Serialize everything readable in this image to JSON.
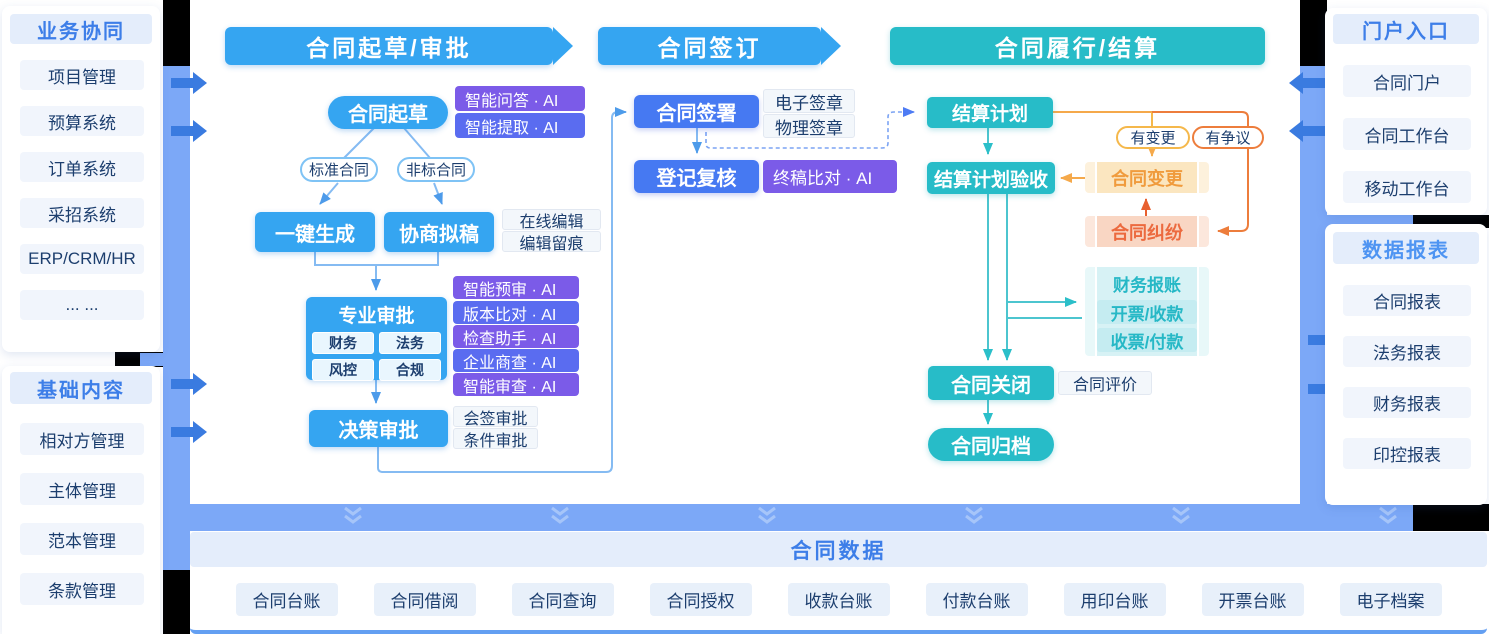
{
  "left_panels": {
    "business": {
      "title": "业务协同",
      "items": [
        "项目管理",
        "预算系统",
        "订单系统",
        "采招系统",
        "ERP/CRM/HR",
        "... ..."
      ]
    },
    "base": {
      "title": "基础内容",
      "items": [
        "相对方管理",
        "主体管理",
        "范本管理",
        "条款管理"
      ]
    }
  },
  "right_panels": {
    "portal": {
      "title": "门户入口",
      "items": [
        "合同门户",
        "合同工作台",
        "移动工作台"
      ]
    },
    "reports": {
      "title": "数据报表",
      "items": [
        "合同报表",
        "法务报表",
        "财务报表",
        "印控报表"
      ]
    }
  },
  "phases": {
    "draft": "合同起草/审批",
    "sign": "合同签订",
    "perform": "合同履行/结算"
  },
  "flow": {
    "draft": {
      "start": "合同起草",
      "ai_tags": [
        "智能问答 · AI",
        "智能提取 · AI"
      ],
      "branch_left": "标准合同",
      "branch_right": "非标合同",
      "generate": "一键生成",
      "negotiate": "协商拟稿",
      "edit_tags": [
        "在线编辑",
        "编辑留痕"
      ],
      "professional": "专业审批",
      "professional_subs": [
        "财务",
        "法务",
        "风控",
        "合规"
      ],
      "review_ai": [
        "智能预审 · AI",
        "版本比对 · AI",
        "检查助手 · AI",
        "企业商查 · AI",
        "智能审查 · AI"
      ],
      "decision": "决策审批",
      "decision_tags": [
        "会签审批",
        "条件审批"
      ]
    },
    "sign": {
      "sign": "合同签署",
      "sign_tags": [
        "电子签章",
        "物理签章"
      ],
      "register": "登记复核",
      "register_ai": "终稿比对 · AI"
    },
    "perform": {
      "plan": "结算计划",
      "accept": "结算计划验收",
      "change_label": "有变更",
      "dispute_label": "有争议",
      "change": "合同变更",
      "dispute": "合同纠纷",
      "finance": "财务报账",
      "finance_items": [
        "开票/收款",
        "收票/付款"
      ],
      "close": "合同关闭",
      "evaluate": "合同评价",
      "archive": "合同归档"
    }
  },
  "bottom": {
    "title": "合同数据",
    "items": [
      "合同台账",
      "合同借阅",
      "合同查询",
      "合同授权",
      "收款台账",
      "付款台账",
      "用印台账",
      "开票台账",
      "电子档案"
    ]
  },
  "colors": {
    "blue": "#35A5F1",
    "indigo": "#4679F2",
    "teal": "#27BCC8",
    "purple": "#7B5BE8",
    "purple_blue": "#5A6CF0",
    "band": "#7CA8F7",
    "band_arrow": "#3A7BE0",
    "orange": "#F5A94B",
    "deep_orange": "#ED7D3C",
    "red_orange": "#E8602F",
    "panel_header_text": "#3D7EE8",
    "item_text": "#1C3E6E"
  }
}
